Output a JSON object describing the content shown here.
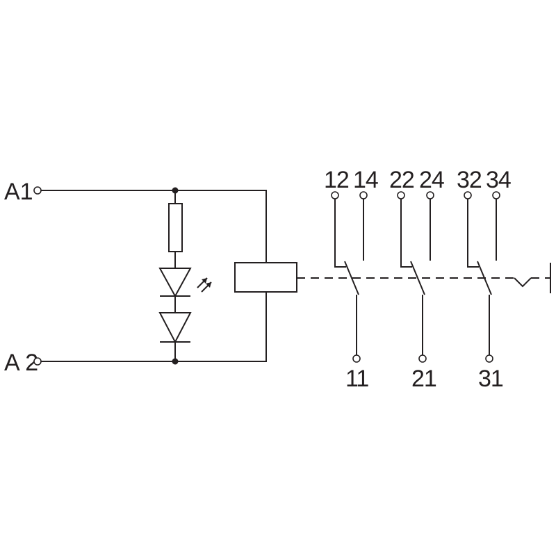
{
  "colors": {
    "line": "#231f20",
    "background": "#ffffff"
  },
  "coil_terminals": {
    "a1": "A1",
    "a2": "A 2"
  },
  "contacts": [
    {
      "nc": "12",
      "no": "14",
      "common": "11"
    },
    {
      "nc": "22",
      "no": "24",
      "common": "21"
    },
    {
      "nc": "32",
      "no": "34",
      "common": "31"
    }
  ],
  "components": {
    "resistor": "resistor",
    "led_indicator": "led-diode",
    "free_wheel_diode": "diode",
    "relay_coil": "coil",
    "mechanical_link": "dashed-linkage",
    "spring_return": "spring-return-symbol"
  }
}
